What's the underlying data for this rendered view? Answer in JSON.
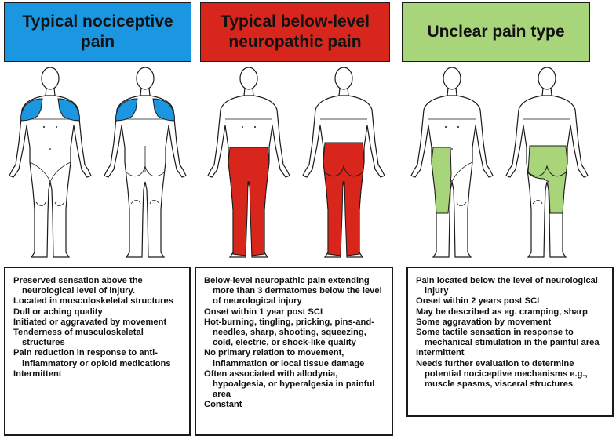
{
  "colors": {
    "nociceptive": "#1b96e0",
    "neuropathic": "#d8261c",
    "unclear": "#a8d57a"
  },
  "panels": [
    {
      "title_line1": "Typical nociceptive",
      "title_line2": "pain",
      "items": [
        "Preserved sensation above the neurological level of injury.",
        "Located in musculoskeletal structures",
        "Dull or aching quality",
        "Initiated or aggravated by movement",
        "Tenderness of musculoskeletal structures",
        "Pain reduction in response to anti-inflammatory or opioid medications",
        "Intermittent"
      ]
    },
    {
      "title_line1": "Typical below-level",
      "title_line2": "neuropathic pain",
      "items": [
        "Below-level neuropathic pain extending more than 3 dermatomes below the level of neurological injury",
        "Onset within 1 year post SCI",
        "Hot-burning, tingling, pricking, pins-and-needles, sharp, shooting, squeezing, cold, electric, or shock-like quality",
        "No primary relation to movement, inflammation or local tissue damage",
        "Often associated with allodynia, hypoalgesia, or hyperalgesia in painful area",
        "Constant"
      ]
    },
    {
      "title_line1": "Unclear pain type",
      "title_line2": "",
      "items": [
        "Pain located below the level of neurological injury",
        "Onset within 2 years post SCI",
        "May be described as eg. cramping, sharp",
        "Some aggravation by movement",
        "Some tactile sensation in response to mechanical stimulation in the painful area",
        "Intermittent",
        "Needs further evaluation to determine potential nociceptive mechanisms e.g., muscle spasms, visceral structures"
      ]
    }
  ]
}
